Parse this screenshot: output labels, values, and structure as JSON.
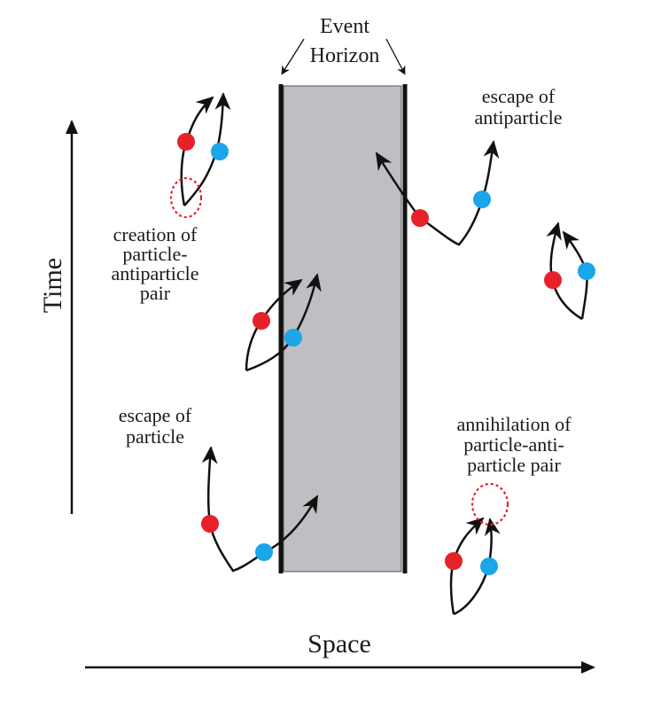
{
  "labels": {
    "event_horizon_line1": "Event",
    "event_horizon_line2": "Horizon",
    "escape_antiparticle_line1": "escape of",
    "escape_antiparticle_line2": "antiparticle",
    "creation_line1": "creation of",
    "creation_line2": "particle-",
    "creation_line3": "antiparticle",
    "creation_line4": "pair",
    "escape_particle_line1": "escape of",
    "escape_particle_line2": "particle",
    "annihilation_line1": "annihilation of",
    "annihilation_line2": "particle-anti-",
    "annihilation_line3": "particle pair",
    "time_axis": "Time",
    "space_axis": "Space"
  },
  "colors": {
    "particle": "#e8202a",
    "antiparticle": "#1aa6e8",
    "black_hole": "#bdbfc2",
    "lines": "#111111",
    "creation_marker": "#e8202a"
  }
}
